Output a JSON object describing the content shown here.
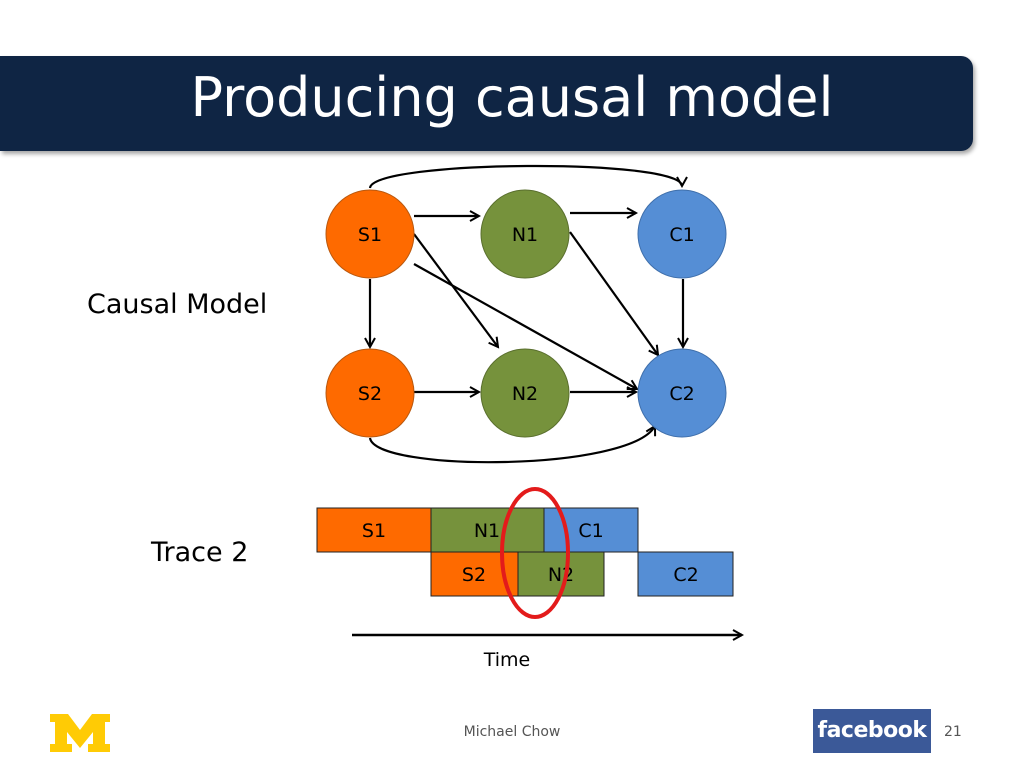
{
  "slide": {
    "title": "Producing causal model",
    "causal_model_label": "Causal Model",
    "trace_label": "Trace 2",
    "time_label": "Time",
    "author": "Michael Chow",
    "slide_number": "21",
    "facebook_logo_text": "facebook"
  },
  "colors": {
    "title_bar": "#0f2544",
    "S": "#fe6a00",
    "N": "#76923c",
    "C": "#558ed5",
    "highlight": "#e31b1b",
    "facebook": "#3b5998",
    "umich_maize": "#ffcb05"
  },
  "causal_model": {
    "nodes": [
      {
        "id": "S1",
        "label": "S1",
        "group": "S"
      },
      {
        "id": "N1",
        "label": "N1",
        "group": "N"
      },
      {
        "id": "C1",
        "label": "C1",
        "group": "C"
      },
      {
        "id": "S2",
        "label": "S2",
        "group": "S"
      },
      {
        "id": "N2",
        "label": "N2",
        "group": "N"
      },
      {
        "id": "C2",
        "label": "C2",
        "group": "C"
      }
    ],
    "edges": [
      {
        "from": "S1",
        "to": "N1"
      },
      {
        "from": "N1",
        "to": "C1"
      },
      {
        "from": "S1",
        "to": "C1"
      },
      {
        "from": "S1",
        "to": "S2"
      },
      {
        "from": "S1",
        "to": "N2"
      },
      {
        "from": "S1",
        "to": "C2"
      },
      {
        "from": "N1",
        "to": "C2"
      },
      {
        "from": "C1",
        "to": "C2"
      },
      {
        "from": "S2",
        "to": "N2"
      },
      {
        "from": "N2",
        "to": "C2"
      },
      {
        "from": "S2",
        "to": "C2"
      }
    ]
  },
  "trace": {
    "rows": [
      [
        {
          "label": "S1",
          "group": "S"
        },
        {
          "label": "N1",
          "group": "N"
        },
        {
          "label": "C1",
          "group": "C"
        }
      ],
      [
        {
          "label": "S2",
          "group": "S"
        },
        {
          "label": "N2",
          "group": "N"
        },
        {
          "label": "C2",
          "group": "C"
        }
      ]
    ],
    "highlight": "overlap of N1 and N2"
  }
}
